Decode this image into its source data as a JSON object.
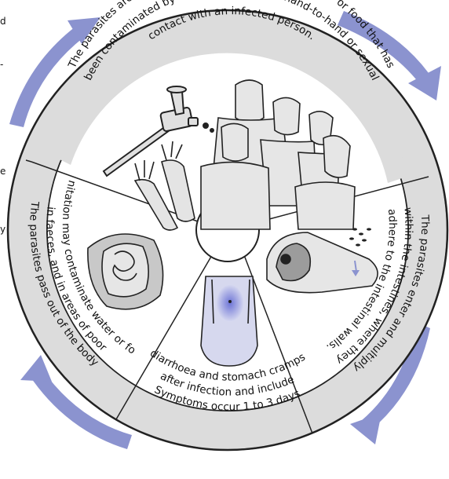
{
  "cropped_left_text": [
    "d",
    "-",
    "e",
    "y"
  ],
  "stages": [
    {
      "id": "acquire",
      "lines": [
        "The parasites are acquired from drinking untreated water or food that has",
        "been contaminated by sewage, or through hand-to-hand or sexual",
        "contact with an infected person."
      ]
    },
    {
      "id": "multiply",
      "lines": [
        "The parasites enter and multiply",
        "within the intestines, where they",
        "adhere to the intestinal walls."
      ]
    },
    {
      "id": "symptoms",
      "lines": [
        "Symptoms occur 1 to 3 days",
        "after infection and include",
        "diarrhoea and stomach cramps"
      ]
    },
    {
      "id": "excrete",
      "lines": [
        "The parasites pass out of the body",
        "in faeces, and in areas of poor",
        "sanitation may contaminate water or food."
      ]
    }
  ],
  "colors": {
    "ring": "#dcdcdc",
    "arrow": "#8b93cf",
    "outline": "#222222",
    "skin": "#e8e8e8",
    "tint": "#d6d8ee",
    "wound": "#7f86d6"
  }
}
